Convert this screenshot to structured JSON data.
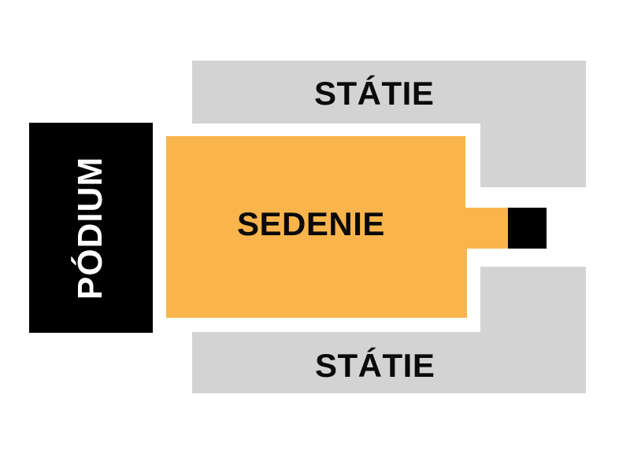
{
  "venue_plan": {
    "podium": {
      "label": "PÓDIUM"
    },
    "seating": {
      "label": "SEDENIE"
    },
    "standing_top": {
      "label": "STÁTIE"
    },
    "standing_bottom": {
      "label": "STÁTIE"
    }
  },
  "colors": {
    "podium": "#000000",
    "seating": "#f9b54c",
    "standing": "#d4d3d4",
    "mixing_desk": "#000000",
    "background": "#ffffff"
  }
}
